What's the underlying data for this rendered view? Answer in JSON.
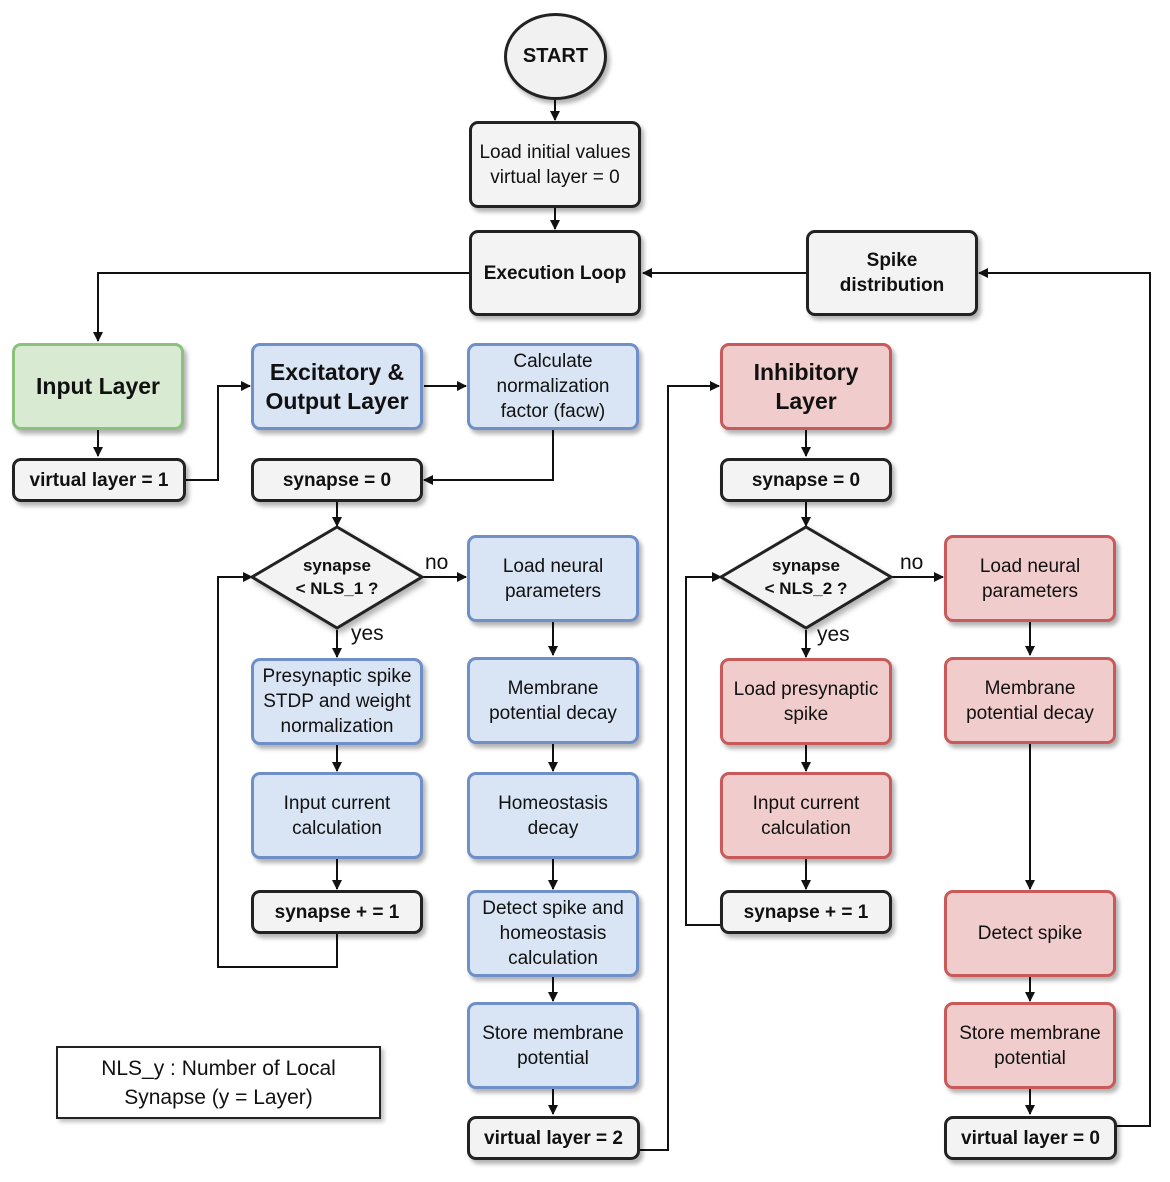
{
  "nodes": {
    "start": "START",
    "load_initial": "Load initial values\nvirtual layer = 0",
    "execution_loop": "Execution Loop",
    "spike_distribution": "Spike\ndistribution",
    "input_layer": "Input Layer",
    "vl1": "virtual layer = 1",
    "excitatory": "Excitatory &\nOutput Layer",
    "calc_norm": "Calculate\nnormalization\nfactor (facw)",
    "exc_synapse0": "synapse = 0",
    "exc_decision": "synapse\n< NLS_1 ?",
    "exc_load_neural": "Load neural\nparameters",
    "exc_presyn": "Presynaptic spike\nSTDP and weight\nnormalization",
    "exc_membrane": "Membrane\npotential decay",
    "exc_input_current": "Input current\ncalculation",
    "exc_homeo_decay": "Homeostasis\ndecay",
    "exc_syn_inc": "synapse + = 1",
    "exc_detect": "Detect spike and\nhomeostasis\ncalculation",
    "exc_store": "Store membrane\npotential",
    "vl2": "virtual layer = 2",
    "inhibitory": "Inhibitory\nLayer",
    "inh_synapse0": "synapse = 0",
    "inh_decision": "synapse\n< NLS_2 ?",
    "inh_load_neural": "Load neural\nparameters",
    "inh_load_presyn": "Load presynaptic\nspike",
    "inh_membrane": "Membrane\npotential decay",
    "inh_input_current": "Input current\ncalculation",
    "inh_syn_inc": "synapse + = 1",
    "inh_detect": "Detect spike",
    "inh_store": "Store membrane\npotential",
    "vl0": "virtual layer = 0"
  },
  "edge_labels": {
    "exc_no": "no",
    "exc_yes": "yes",
    "inh_no": "no",
    "inh_yes": "yes"
  },
  "legend": "NLS_y : Number of Local\nSynapse (y = Layer)",
  "colors": {
    "excitatory_fill": "#d9e4f4",
    "excitatory_border": "#6f8fc9",
    "inhibitory_fill": "#f1cccc",
    "inhibitory_border": "#c85a5a",
    "input_fill": "#d8ead1",
    "input_border": "#8cc07d",
    "control_fill": "#f3f3f3"
  }
}
